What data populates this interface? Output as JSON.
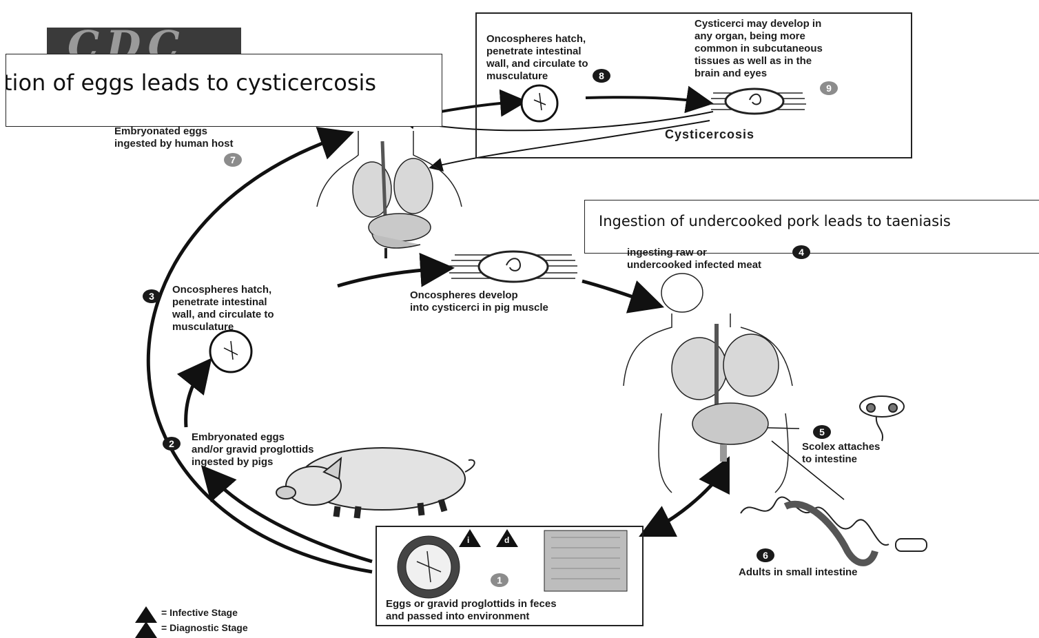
{
  "logo": {
    "text": "CDC"
  },
  "banners": {
    "cysticercosis_banner": "tion of eggs leads to cysticercosis",
    "taeniasis_banner": "Ingestion of undercooked pork leads to taeniasis"
  },
  "steps": {
    "s1": "1",
    "s2": "2",
    "s3": "3",
    "s4": "4",
    "s5": "5",
    "s6": "6",
    "s7": "7",
    "s8": "8",
    "s9": "9"
  },
  "labels": {
    "eggs_feces": "Eggs or gravid proglottids in feces\nand passed into environment",
    "pigs_ingest": "Embryonated eggs\nand/or gravid proglottids\ningested by pigs",
    "oncospheres_pig": "Oncospheres hatch,\npenetrate intestinal\nwall, and circulate to\nmusculature",
    "cysticerci_pig": "Oncospheres develop\ninto cysticerci in pig muscle",
    "meat_ingest": "ingesting raw or\nundercooked infected meat",
    "scolex": "Scolex attaches\nto intestine",
    "adults": "Adults in small intestine",
    "human_eggs": "Embryonated eggs\ningested by human host",
    "oncospheres_human": "Oncospheres hatch,\npenetrate intestinal\nwall, and circulate to\nmusculature",
    "cysticerci_develop": "Cysticerci may develop in\nany organ, being more\ncommon in subcutaneous\ntissues as well as in the\nbrain and eyes",
    "cysticercosis": "Cysticercosis"
  },
  "legend": {
    "infective": "= Infective Stage",
    "diagnostic": "= Diagnostic Stage",
    "i_mark": "i",
    "d_mark": "d"
  }
}
